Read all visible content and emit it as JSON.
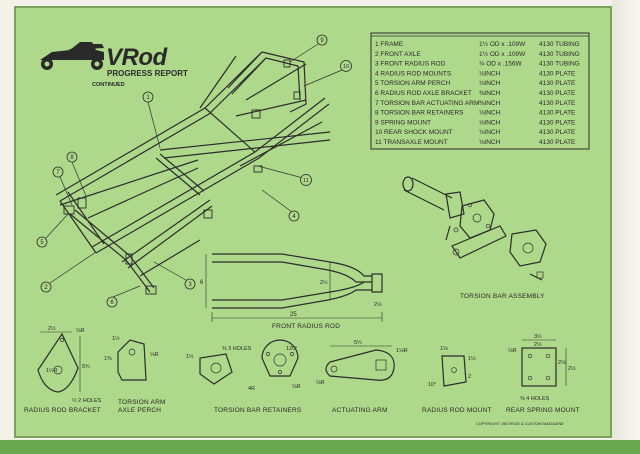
{
  "logo": {
    "brand": "VRod",
    "subtitle": "PROGRESS REPORT",
    "tag": "CONTINUED"
  },
  "parts_table": [
    {
      "name": "1 FRAME",
      "size": "1½ OD x .109W",
      "material": "4130 TUBING"
    },
    {
      "name": "2 FRONT AXLE",
      "size": "1½ OD x .109W",
      "material": "4130 TUBING"
    },
    {
      "name": "3 FRONT RADIUS ROD",
      "size": "¾ OD x .156W",
      "material": "4130 TUBING"
    },
    {
      "name": "4 RADIUS ROD MOUNTS",
      "size": "⅛INCH",
      "material": "4130 PLATE"
    },
    {
      "name": "5 TORSION ARM PERCH",
      "size": "⅛INCH",
      "material": "4130 PLATE"
    },
    {
      "name": "6 RADIUS ROD AXLE BRACKET",
      "size": "⅜INCH",
      "material": "4130 PLATE"
    },
    {
      "name": "7 TORSION BAR ACTUATING ARM",
      "size": "⅜INCH",
      "material": "4130 PLATE"
    },
    {
      "name": "8 TORSION BAR RETAINERS",
      "size": "⅛INCH",
      "material": "4130 PLATE"
    },
    {
      "name": "9 SPRING MOUNT",
      "size": "⅛INCH",
      "material": "4130 PLATE"
    },
    {
      "name": "10 REAR SHOCK MOUNT",
      "size": "⅛INCH",
      "material": "4130 PLATE"
    },
    {
      "name": "11 TRANSAXLE MOUNT",
      "size": "⅛INCH",
      "material": "4130 PLATE"
    }
  ],
  "callouts": [
    "1",
    "2",
    "3",
    "4",
    "5",
    "6",
    "7",
    "8",
    "9",
    "10",
    "11"
  ],
  "assembly_label": "TORSION BAR ASSEMBLY",
  "front_radius_rod": {
    "label": "FRONT RADIUS ROD",
    "dim_overall": "25",
    "dim_height": "6",
    "dim_mid": "2½",
    "dim_end": "2½"
  },
  "details": {
    "radius_rod_bracket": {
      "label": "RADIUS ROD BRACKET",
      "dims": [
        "2½",
        "⅛R",
        "5¾",
        "1½R",
        "½ 2 HOLES"
      ]
    },
    "torsion_arm_perch": {
      "label": "TORSION ARM\nAXLE PERCH",
      "label1": "TORSION ARM",
      "label2": "AXLE PERCH",
      "dims": [
        "1½",
        "1⅜",
        "⅛R"
      ]
    },
    "torsion_bar_retainers": {
      "label": "TORSION BAR RETAINERS",
      "dims": [
        "1½",
        "⅜ 3 HOLES",
        "120°",
        "4R",
        "⅛R"
      ]
    },
    "actuating_arm": {
      "label": "ACTUATING ARM",
      "dims": [
        "5¼",
        "1⅛R",
        "⅛R"
      ]
    },
    "radius_rod_mount": {
      "label": "RADIUS ROD MOUNT",
      "dims": [
        "1⅛",
        "1½",
        "10°",
        "2"
      ]
    },
    "rear_spring_mount": {
      "label": "REAR SPRING MOUNT",
      "dims": [
        "3½",
        "2½",
        "⅛R",
        "2½",
        "2⅛",
        "⅜ 4 HOLES"
      ]
    }
  },
  "copyright": "COPYRIGHT 1967/ROD & CUSTOM MAGAZINE"
}
